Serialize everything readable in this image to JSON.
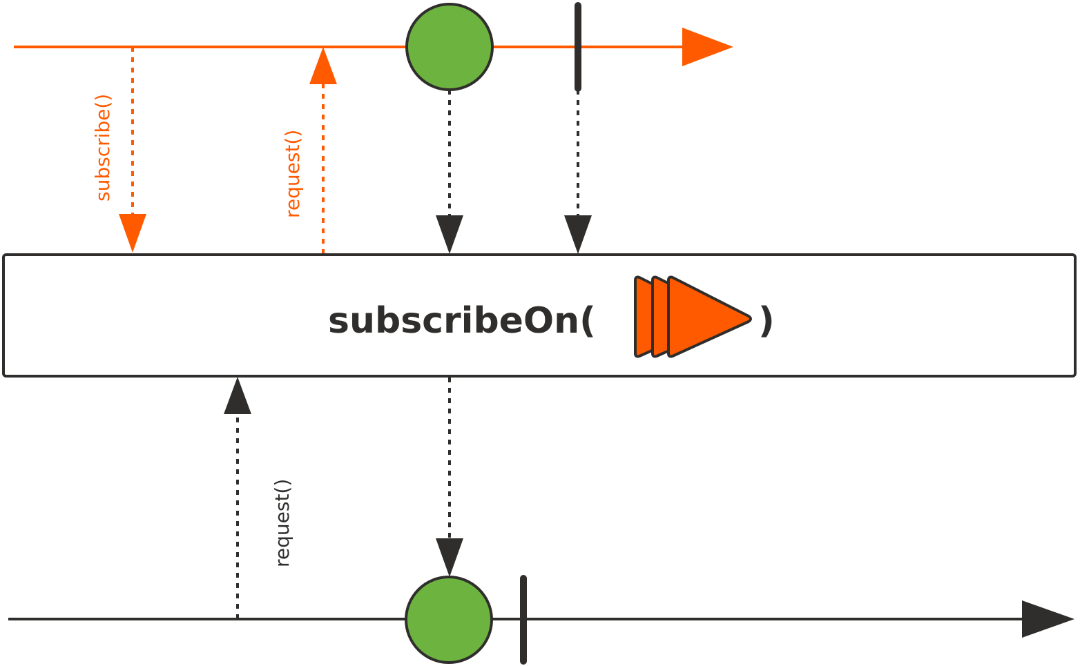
{
  "colors": {
    "source_line": "#ff5a00",
    "result_line": "#2f2e2c",
    "item_fill": "#6db33f",
    "item_stroke": "#2f2e2c",
    "operator_box_fill": "#ffffff",
    "operator_box_stroke": "#2f2e2c",
    "scheduler_icon": "#ff5a00"
  },
  "operator": {
    "name_text": "subscribeOn(",
    "close_paren": ")",
    "scheduler_icon": "scheduler-triple-play-icon"
  },
  "source_calls": {
    "subscribe_label": "subscribe()",
    "request_label": "request()"
  },
  "result_calls": {
    "request_label": "request()"
  }
}
